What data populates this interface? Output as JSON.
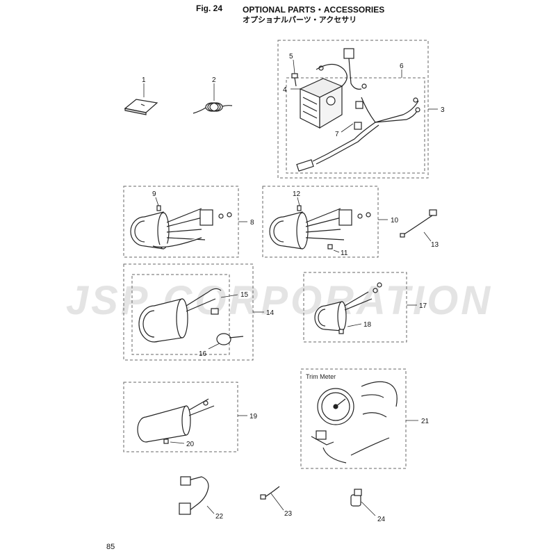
{
  "header": {
    "figure": "Fig. 24",
    "title": "OPTIONAL PARTS・ACCESSORIES",
    "subtitle": "オプショナルパーツ・アクセサリ"
  },
  "watermark": "JSP CORPORATION",
  "trim_meter_label": "Trim Meter",
  "page_number": "85",
  "callouts": [
    {
      "n": "1"
    },
    {
      "n": "2"
    },
    {
      "n": "3"
    },
    {
      "n": "4"
    },
    {
      "n": "5"
    },
    {
      "n": "6"
    },
    {
      "n": "7"
    },
    {
      "n": "8"
    },
    {
      "n": "9"
    },
    {
      "n": "10"
    },
    {
      "n": "11"
    },
    {
      "n": "12"
    },
    {
      "n": "13"
    },
    {
      "n": "14"
    },
    {
      "n": "15"
    },
    {
      "n": "16"
    },
    {
      "n": "17"
    },
    {
      "n": "18"
    },
    {
      "n": "19"
    },
    {
      "n": "20"
    },
    {
      "n": "21"
    },
    {
      "n": "22"
    },
    {
      "n": "23"
    },
    {
      "n": "24"
    }
  ],
  "colors": {
    "line": "#222222",
    "dash": "#666666",
    "watermark": "#e4e4e4"
  }
}
